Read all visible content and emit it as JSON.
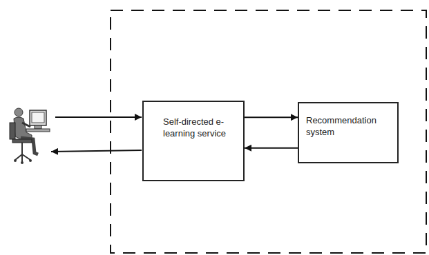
{
  "diagram": {
    "nodes": [
      {
        "text": [
          "Self-directed e-learning service"
        ]
      },
      {
        "text": [
          "Recommendation system"
        ]
      }
    ],
    "edges": [
      {
        "from": 0,
        "to": 1,
        "arrow": "to"
      },
      {
        "from": 1,
        "to": 0,
        "arrow": "to"
      }
    ]
  }
}
